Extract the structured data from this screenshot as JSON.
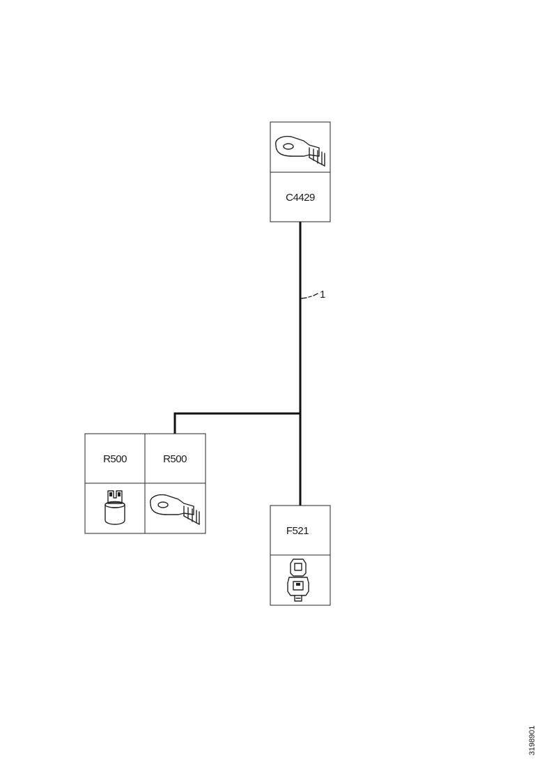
{
  "connectors": {
    "top": {
      "id": "C4429",
      "icon": "ring-terminal-icon"
    },
    "left_a": {
      "id": "R500",
      "icon": "relay-base-icon"
    },
    "left_b": {
      "id": "R500",
      "icon": "ring-terminal-icon"
    },
    "bottom": {
      "id": "F521",
      "icon": "fuse-holder-icon"
    }
  },
  "wire_label": "1",
  "doc_id": "3198901",
  "colors": {
    "line": "#111111",
    "box": "#222222",
    "background": "#ffffff"
  }
}
